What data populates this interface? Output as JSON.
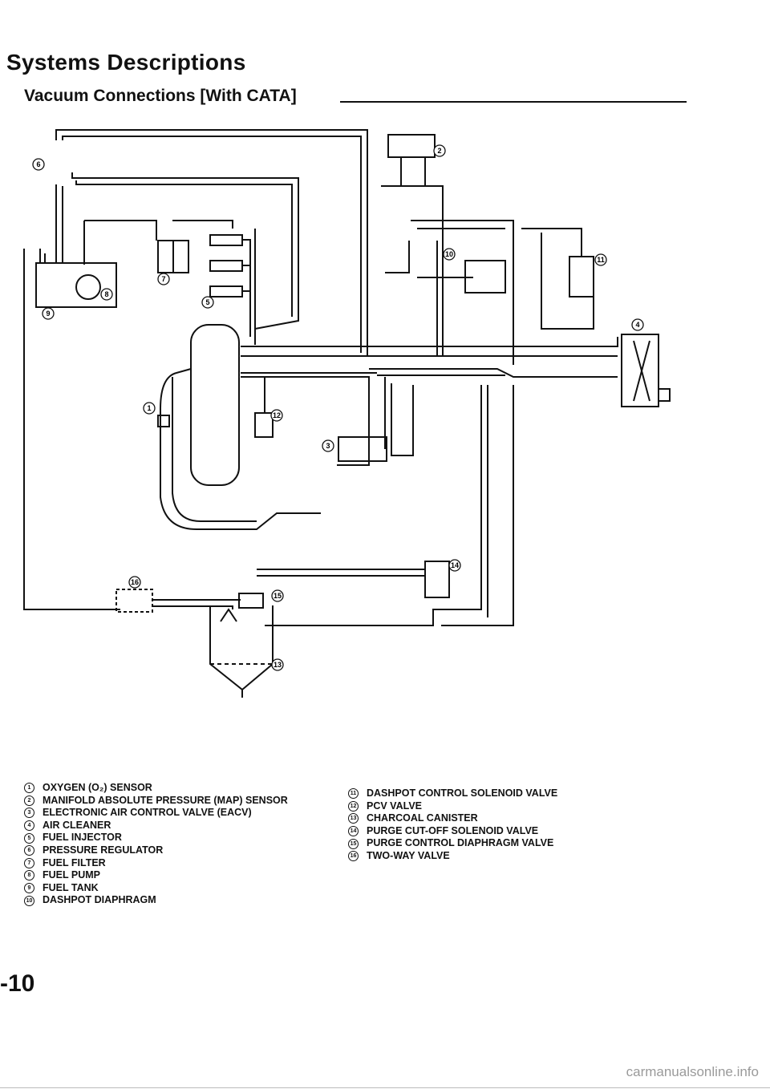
{
  "header": {
    "title": "Systems Descriptions",
    "subtitle": "Vacuum Connections [With CATA]"
  },
  "callouts": [
    "1",
    "2",
    "3",
    "4",
    "5",
    "6",
    "7",
    "8",
    "9",
    "10",
    "11",
    "12",
    "13",
    "14",
    "15",
    "16"
  ],
  "legend": {
    "left": [
      {
        "num": "1",
        "label": "OXYGEN (O₂) SENSOR"
      },
      {
        "num": "2",
        "label": "MANIFOLD ABSOLUTE PRESSURE (MAP) SENSOR"
      },
      {
        "num": "3",
        "label": "ELECTRONIC AIR CONTROL VALVE (EACV)"
      },
      {
        "num": "4",
        "label": "AIR CLEANER"
      },
      {
        "num": "5",
        "label": "FUEL INJECTOR"
      },
      {
        "num": "6",
        "label": "PRESSURE REGULATOR"
      },
      {
        "num": "7",
        "label": "FUEL FILTER"
      },
      {
        "num": "8",
        "label": "FUEL PUMP"
      },
      {
        "num": "9",
        "label": "FUEL TANK"
      },
      {
        "num": "10",
        "label": "DASHPOT DIAPHRAGM"
      }
    ],
    "right": [
      {
        "num": "11",
        "label": "DASHPOT CONTROL SOLENOID VALVE"
      },
      {
        "num": "12",
        "label": "PCV VALVE"
      },
      {
        "num": "13",
        "label": "CHARCOAL CANISTER"
      },
      {
        "num": "14",
        "label": "PURGE CUT-OFF SOLENOID VALVE"
      },
      {
        "num": "15",
        "label": "PURGE CONTROL DIAPHRAGM VALVE"
      },
      {
        "num": "16",
        "label": "TWO-WAY VALVE"
      }
    ]
  },
  "footer": {
    "page_number": "-10",
    "watermark": "carmanualsonline.info"
  }
}
